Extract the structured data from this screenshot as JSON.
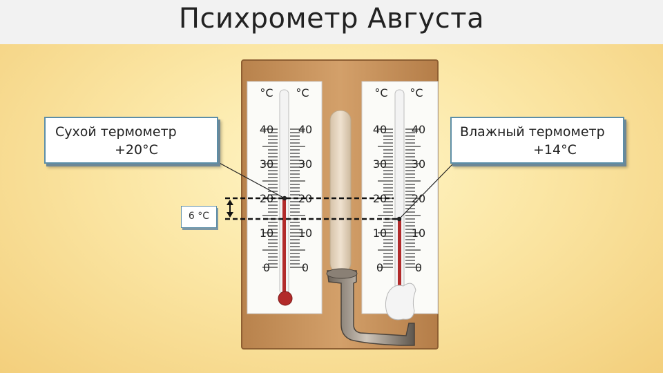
{
  "title": "Психрометр Августа",
  "dry": {
    "label": "Сухой термометр",
    "value": "+20°C",
    "reading": 20
  },
  "wet": {
    "label": "Влажный термометр",
    "value": "+14°C",
    "reading": 14
  },
  "difference": "6 °C",
  "scale": {
    "unit": "°C",
    "ticks": [
      "40",
      "30",
      "20",
      "10",
      "0"
    ]
  },
  "colors": {
    "mercury": "#b22a2a",
    "board": "#c9935a",
    "callout_border": "#5c8ea8"
  }
}
